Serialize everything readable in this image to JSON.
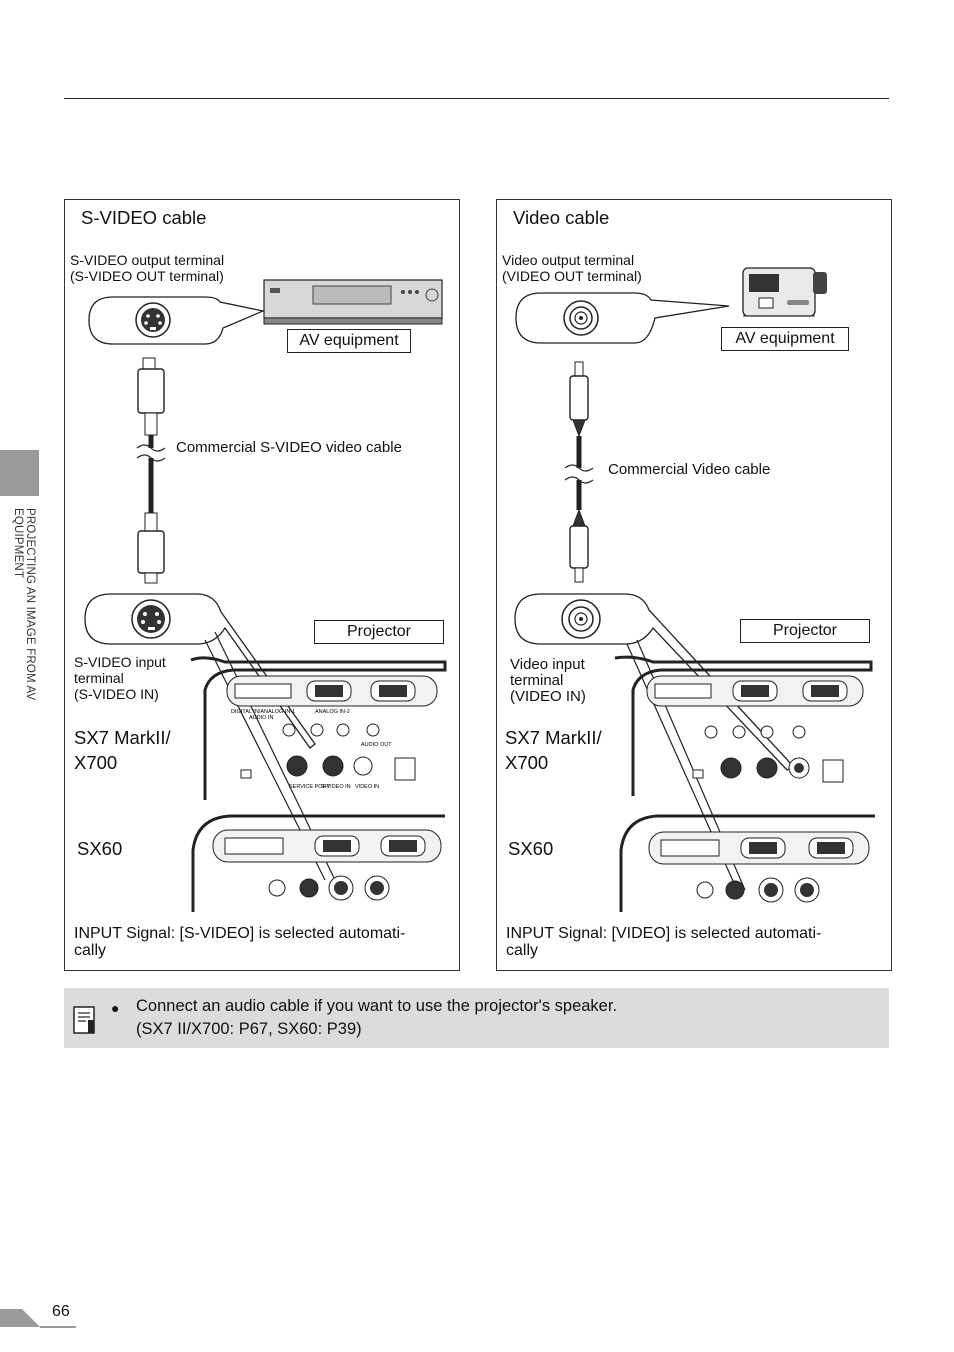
{
  "page": {
    "side_label": "PROJECTING AN IMAGE FROM AV EQUIPMENT",
    "page_number": "66"
  },
  "left_panel": {
    "title": "S-VIDEO cable",
    "output_terminal": [
      "S-VIDEO output terminal",
      "(S-VIDEO OUT terminal)"
    ],
    "av_label": "AV equipment",
    "cable_label": "Commercial S-VIDEO video cable",
    "projector_label": "Projector",
    "input_terminal": [
      "S-VIDEO input",
      "terminal",
      "(S-VIDEO IN)"
    ],
    "model_a": [
      "SX7 MarkII/",
      "X700"
    ],
    "model_b": "SX60",
    "input_signal": [
      "INPUT Signal: [S-VIDEO] is selected automati-",
      "cally"
    ]
  },
  "right_panel": {
    "title": "Video cable",
    "output_terminal": [
      "Video output terminal",
      "(VIDEO OUT terminal)"
    ],
    "av_label": "AV equipment",
    "cable_label": "Commercial Video cable",
    "projector_label": "Projector",
    "input_terminal": [
      "Video input",
      "terminal",
      "(VIDEO IN)"
    ],
    "model_a": [
      "SX7 MarkII/",
      "X700"
    ],
    "model_b": "SX60",
    "input_signal": [
      "INPUT Signal: [VIDEO] is selected automati-",
      "cally"
    ]
  },
  "terminal_labels": {
    "digital": "DIGITAL IN/ANALOG IN-1",
    "analog2": "ANALOG IN-2",
    "audio_in": "AUDIO IN",
    "audio_out": "AUDIO OUT",
    "service": "SERVICE PORT",
    "svideo_in": "S-VIDEO IN",
    "video_in": "VIDEO IN"
  },
  "note": {
    "bullet": "●",
    "line1": "Connect an audio cable if you want to use the projector's speaker.",
    "line2": "(SX7 II/X700: P67, SX60: P39)"
  }
}
